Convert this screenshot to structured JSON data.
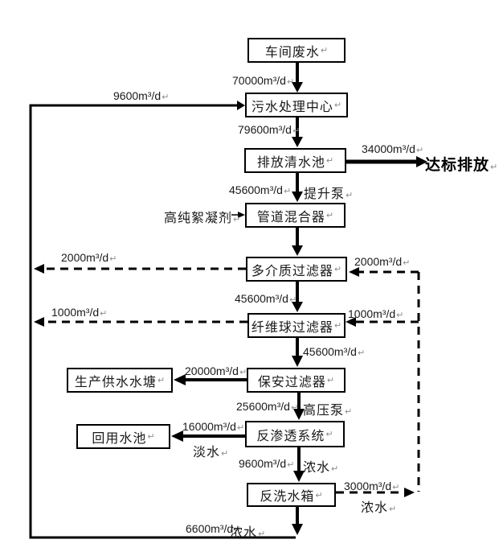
{
  "meta": {
    "return_mark": "↵",
    "background_color": "#ffffff",
    "line_color": "#000000"
  },
  "nodes": {
    "workshop_wastewater": "车间废水",
    "sewage_treatment_center": "污水处理中心",
    "discharge_pool": "排放清水池",
    "pipe_mixer": "管道混合器",
    "multimedia_filter": "多介质过滤器",
    "fiber_ball_filter": "纤维球过滤器",
    "security_filter": "保安过滤器",
    "reverse_osmosis": "反渗透系统",
    "backwash_tank": "反洗水箱",
    "production_pond": "生产供水水塘",
    "reuse_pool": "回用水池"
  },
  "labels": {
    "flow_70000": "70000m³/d",
    "flow_9600_return": "9600m³/d",
    "flow_79600": "79600m³/d",
    "flow_34000": "34000m³/d",
    "discharge_standard": "达标排放",
    "flow_45600_a": "45600m³/d",
    "lift_pump": "提升泵",
    "flocculant": "高纯絮凝剂",
    "flow_2000_left": "2000m³/d",
    "flow_2000_right": "2000m³/d",
    "flow_45600_b": "45600m³/d",
    "flow_1000_left": "1000m³/d",
    "flow_1000_right": "1000m³/d",
    "flow_45600_c": "45600m³/d",
    "flow_20000": "20000m³/d",
    "flow_25600": "25600m³/d",
    "high_pressure_pump": "高压泵",
    "flow_16000": "16000m³/d",
    "fresh_water": "淡水",
    "flow_9600_ro": "9600m³/d",
    "conc_water_ro": "浓水",
    "flow_3000": "3000m³/d",
    "conc_water_supply": "浓水",
    "flow_6600": "6600m³/d",
    "conc_water_bottom": "浓水"
  }
}
